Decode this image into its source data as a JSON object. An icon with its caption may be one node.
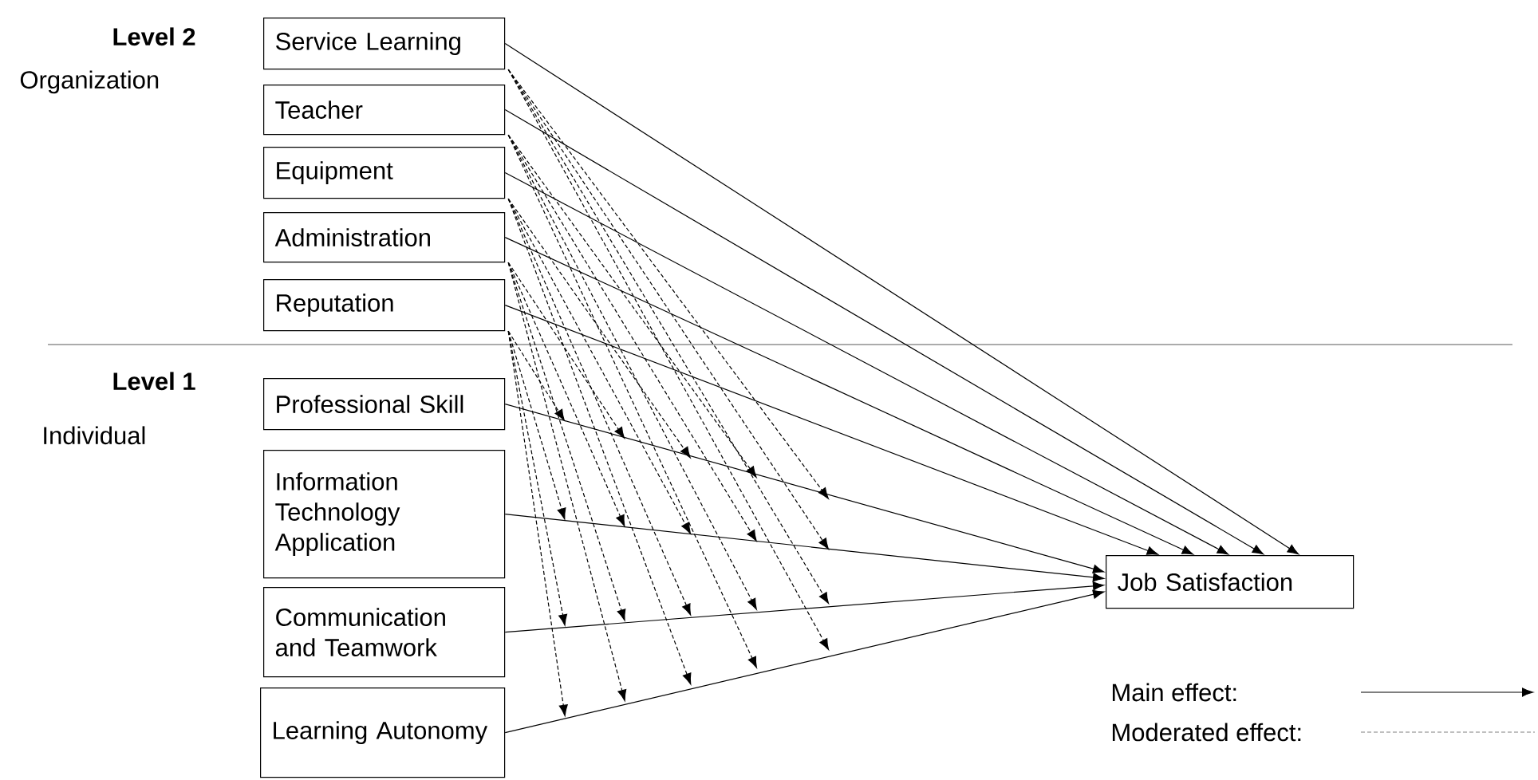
{
  "diagram": {
    "nodes": [
      {
        "text": [
          "Service Learning"
        ]
      },
      {
        "text": [
          "Teacher"
        ]
      },
      {
        "text": [
          "Equipment"
        ]
      },
      {
        "text": [
          "Administration"
        ]
      },
      {
        "text": [
          "Reputation"
        ]
      },
      {
        "text": [
          "Professional Skill"
        ]
      },
      {
        "text": [
          "Information Technology Application"
        ]
      },
      {
        "text": [
          "Communication and Teamwork"
        ]
      },
      {
        "text": [
          "Learning Autonomy"
        ]
      },
      {
        "text": [
          "Job Satisfaction"
        ]
      }
    ],
    "edges": [
      {
        "from": 0,
        "to": 9,
        "arrow": "to"
      },
      {
        "from": 1,
        "to": 9,
        "arrow": "to"
      },
      {
        "from": 2,
        "to": 9,
        "arrow": "to"
      },
      {
        "from": 3,
        "to": 9,
        "arrow": "to"
      },
      {
        "from": 4,
        "to": 9,
        "arrow": "to"
      },
      {
        "from": 5,
        "to": 9,
        "arrow": "to"
      },
      {
        "from": 6,
        "to": 9,
        "arrow": "to"
      },
      {
        "from": 7,
        "to": 9,
        "arrow": "to"
      },
      {
        "from": 8,
        "to": 9,
        "arrow": "to"
      },
      {
        "from": 0,
        "to": null,
        "arrow": "to",
        "style": "dashed"
      },
      {
        "from": 1,
        "to": null,
        "arrow": "to",
        "style": "dashed"
      },
      {
        "from": 2,
        "to": null,
        "arrow": "to",
        "style": "dashed"
      },
      {
        "from": 3,
        "to": null,
        "arrow": "to",
        "style": "dashed"
      },
      {
        "from": 4,
        "to": null,
        "arrow": "to",
        "style": "dashed"
      },
      {
        "from": 0,
        "to": null,
        "arrow": "to",
        "style": "dashed"
      },
      {
        "from": 1,
        "to": null,
        "arrow": "to",
        "style": "dashed"
      },
      {
        "from": 2,
        "to": null,
        "arrow": "to",
        "style": "dashed"
      },
      {
        "from": 3,
        "to": null,
        "arrow": "to",
        "style": "dashed"
      },
      {
        "from": 4,
        "to": null,
        "arrow": "to",
        "style": "dashed"
      },
      {
        "from": 0,
        "to": null,
        "arrow": "to",
        "style": "dashed"
      },
      {
        "from": 1,
        "to": null,
        "arrow": "to",
        "style": "dashed"
      },
      {
        "from": 2,
        "to": null,
        "arrow": "to",
        "style": "dashed"
      },
      {
        "from": 3,
        "to": null,
        "arrow": "to",
        "style": "dashed"
      },
      {
        "from": 4,
        "to": null,
        "arrow": "to",
        "style": "dashed"
      },
      {
        "from": 0,
        "to": null,
        "arrow": "to",
        "style": "dashed"
      },
      {
        "from": 1,
        "to": null,
        "arrow": "to",
        "style": "dashed"
      },
      {
        "from": 2,
        "to": null,
        "arrow": "to",
        "style": "dashed"
      },
      {
        "from": 3,
        "to": null,
        "arrow": "to",
        "style": "dashed"
      },
      {
        "from": 4,
        "to": null,
        "arrow": "to",
        "style": "dashed"
      }
    ],
    "labels": [
      "Level 2",
      "Organization",
      "Level 1",
      "Individual"
    ],
    "legend": [
      {
        "text": "Main effect:"
      },
      {
        "text": "Moderated effect:"
      }
    ]
  }
}
